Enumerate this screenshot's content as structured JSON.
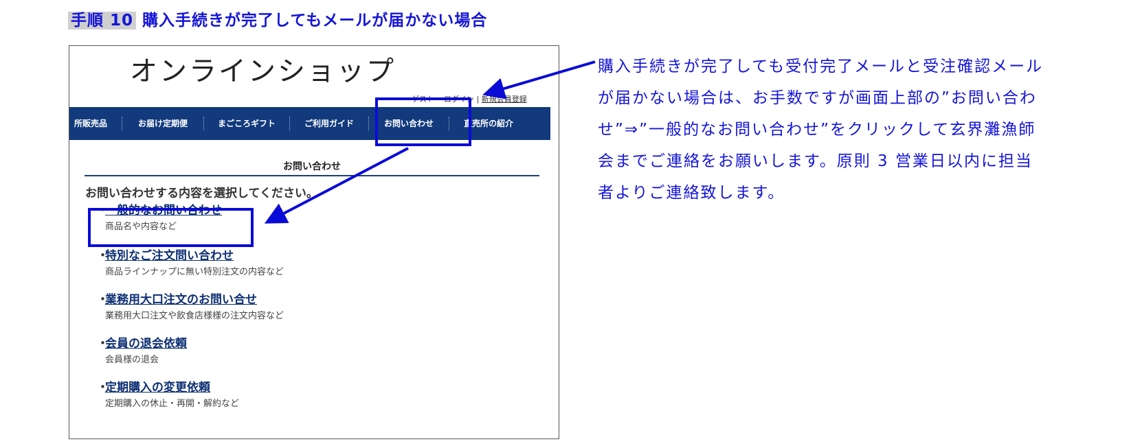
{
  "heading": {
    "step": "手順 10",
    "title": "購入手続きが完了してもメールが届かない場合"
  },
  "shop": {
    "title": "オンラインショップ",
    "guest_link": "ゲスト",
    "login_link": "ログイン",
    "separator": "|",
    "register_link": "新規会員登録"
  },
  "nav": {
    "items": [
      "所販売品",
      "お届け定期便",
      "まごころギフト",
      "ご利用ガイド",
      "お問い合わせ",
      "直売所の紹介"
    ]
  },
  "inquiry": {
    "section_title": "お問い合わせ",
    "instruction": "お問い合わせする内容を選択してください。",
    "items": [
      {
        "label": "一般的なお問い合わせ",
        "desc": "商品名や内容など"
      },
      {
        "label": "特別なご注文問い合わせ",
        "desc": "商品ラインナップに無い特別注文の内容など"
      },
      {
        "label": "業務用大口注文のお問い合せ",
        "desc": "業務用大口注文や飲食店様様の注文内容など"
      },
      {
        "label": "会員の退会依頼",
        "desc": "会員様の退会"
      },
      {
        "label": "定期購入の変更依頼",
        "desc": "定期購入の休止・再開・解約など"
      }
    ]
  },
  "callout": {
    "text": "購入手続きが完了しても受付完了メールと受注確認メールが届かない場合は、お手数ですが画面上部の”お問い合わせ”⇒”一般的なお問い合わせ”をクリックして玄界灘漁師会までご連絡をお願いします。原則 3 営業日以内に担当者よりご連絡致します。"
  },
  "annotation_color": "#0b0bd8"
}
